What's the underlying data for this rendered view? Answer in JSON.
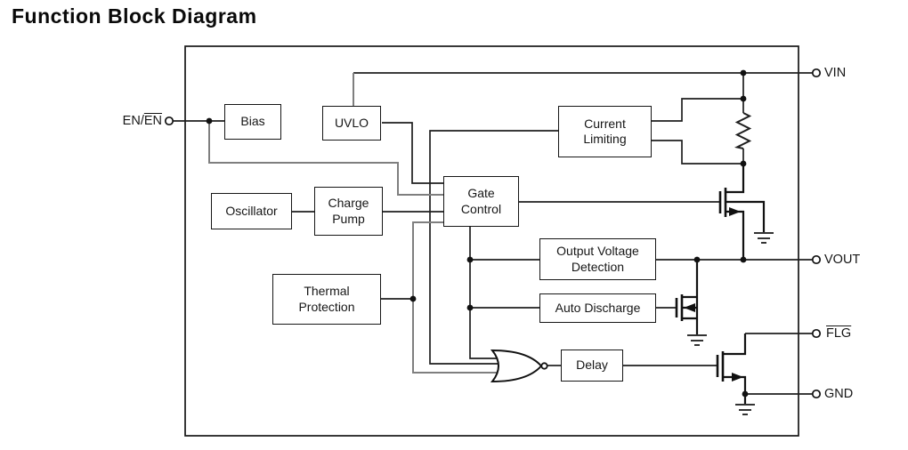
{
  "title": "Function Block Diagram",
  "blocks": {
    "bias": "Bias",
    "uvlo": "UVLO",
    "current_limiting": "Current\nLimiting",
    "oscillator": "Oscillator",
    "charge_pump": "Charge\nPump",
    "gate_control": "Gate\nControl",
    "output_voltage_detection": "Output Voltage\nDetection",
    "thermal_protection": "Thermal\nProtection",
    "auto_discharge": "Auto Discharge",
    "delay": "Delay"
  },
  "pins": {
    "en": {
      "plain": "EN/",
      "overline": "EN"
    },
    "vin": "VIN",
    "vout": "VOUT",
    "flg": "FLG",
    "gnd": "GND"
  },
  "symbols": {
    "logic_gate": "nor-gate",
    "sense_resistor": "resistor",
    "pass_transistor": "n-mosfet",
    "discharge_transistor": "n-mosfet",
    "flag_transistor": "n-mosfet",
    "ground": "ground-symbol"
  },
  "colors": {
    "wire": "#1f1f1f",
    "wire_light": "#7f7f7f",
    "text": "#111111",
    "background": "#ffffff"
  }
}
